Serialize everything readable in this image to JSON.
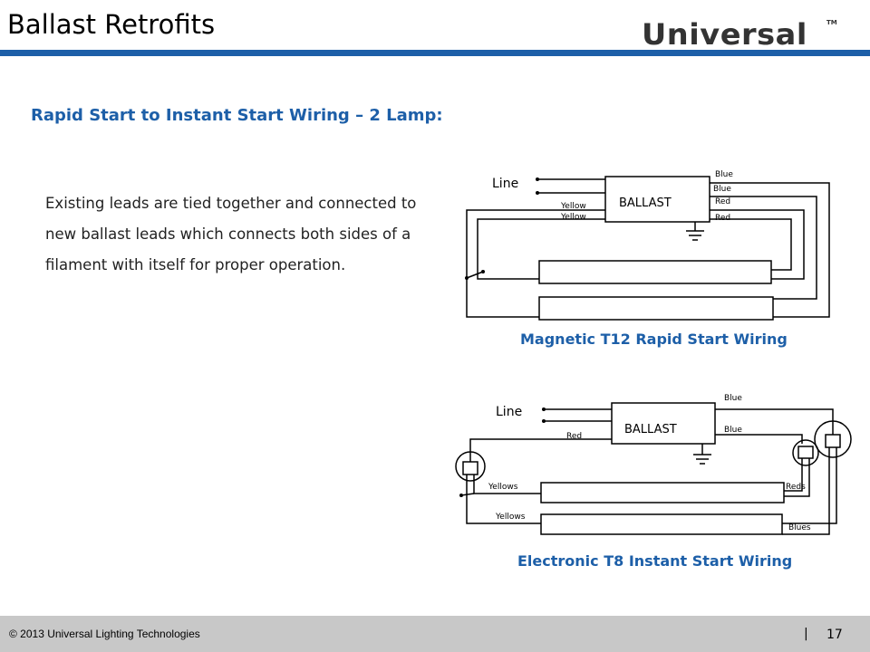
{
  "header": {
    "title": "Ballast Retrofits",
    "logo_text": "Universal",
    "logo_tm": "TM"
  },
  "subtitle": "Rapid Start to Instant Start Wiring – 2 Lamp:",
  "body_text": "Existing leads are tied together and connected to new ballast leads which connects both sides of a filament with itself for proper operation.",
  "diagram_magnetic": {
    "caption": "Magnetic T12 Rapid Start Wiring",
    "line_label": "Line",
    "ballast_label": "BALLAST",
    "wire_labels": {
      "yellow_1": "Yellow",
      "yellow_2": "Yellow",
      "blue_1": "Blue",
      "blue_2": "Blue",
      "red_1": "Red",
      "red_2": "Red"
    }
  },
  "diagram_electronic": {
    "caption": "Electronic T8 Instant Start Wiring",
    "line_label": "Line",
    "ballast_label": "BALLAST",
    "wire_labels": {
      "red": "Red",
      "blue_1": "Blue",
      "blue_2": "Blue",
      "yellows_1": "Yellows",
      "yellows_2": "Yellows",
      "reds": "Reds",
      "blues": "Blues"
    }
  },
  "footer": {
    "copyright": "© 2013 Universal  Lighting Technologies",
    "separator": "|",
    "page_number": "17"
  },
  "colors": {
    "accent": "#1d5fa8",
    "footer_bg": "#c8c8c8"
  }
}
